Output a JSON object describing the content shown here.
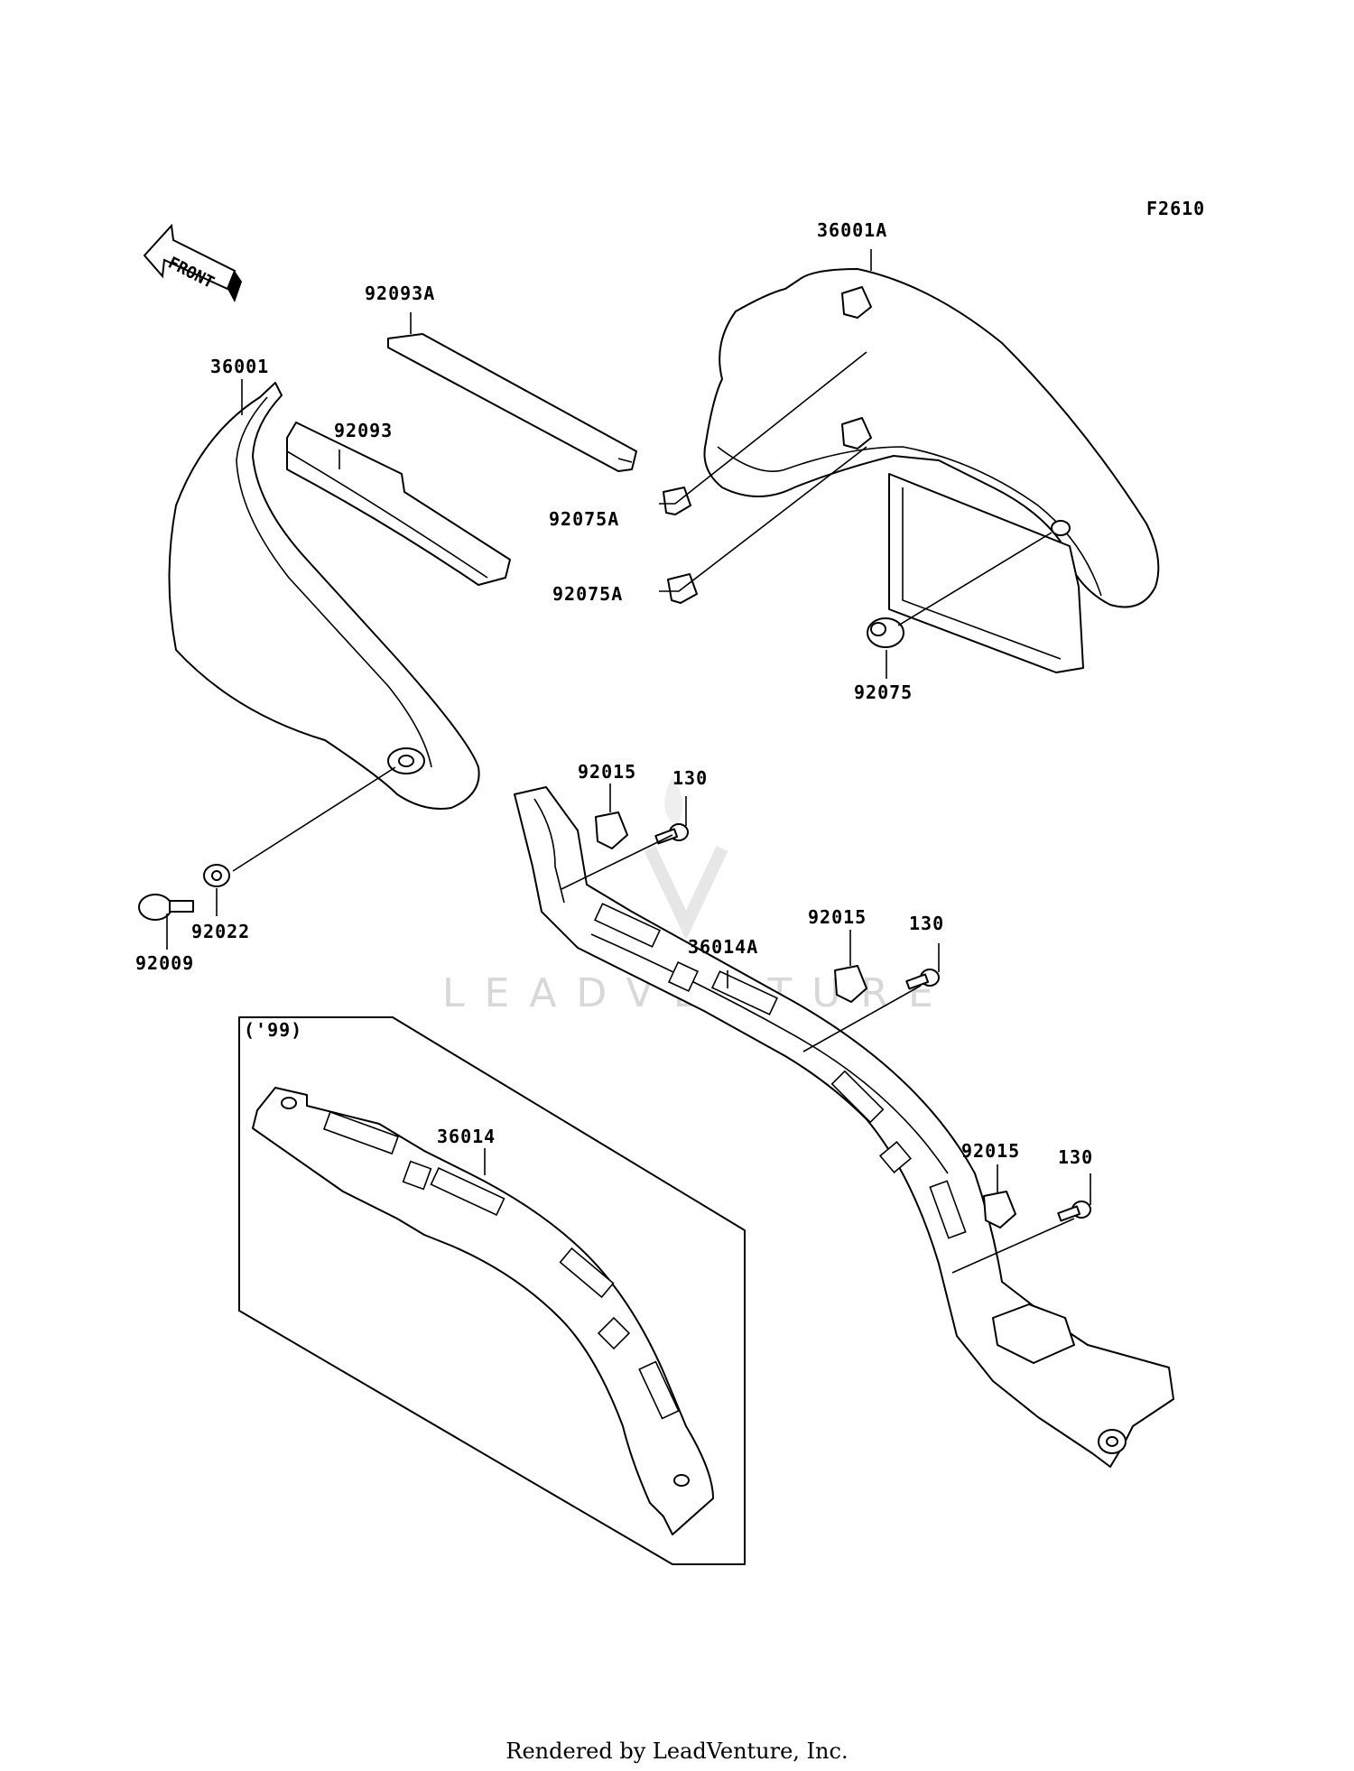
{
  "figure_code": "F2610",
  "front_arrow_label": "FRONT",
  "variant_label": "('99)",
  "labels": {
    "p36001": "36001",
    "p36001A": "36001A",
    "p92093": "92093",
    "p92093A": "92093A",
    "p92075A_1": "92075A",
    "p92075A_2": "92075A",
    "p92075": "92075",
    "p92009": "92009",
    "p92022": "92022",
    "p92015_1": "92015",
    "p92015_2": "92015",
    "p92015_3": "92015",
    "p130_1": "130",
    "p130_2": "130",
    "p130_3": "130",
    "p36014A": "36014A",
    "p36014": "36014"
  },
  "watermark": "LEADVENTURE",
  "footer": "Rendered by LeadVenture, Inc."
}
